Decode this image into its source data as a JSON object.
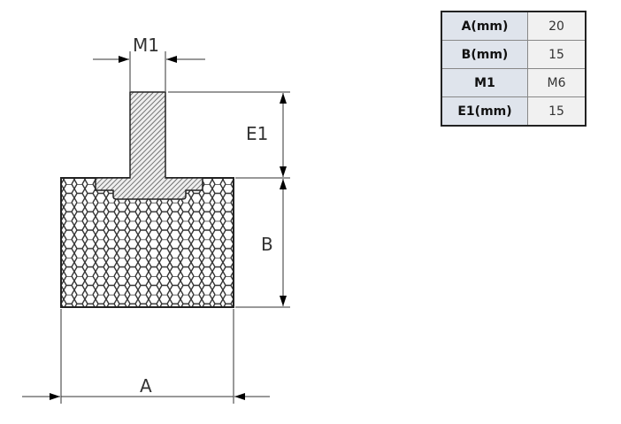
{
  "labels": {
    "m1": "M1",
    "e1": "E1",
    "b": "B",
    "a": "A"
  },
  "spec_table": [
    {
      "key": "A(mm)",
      "value": "20"
    },
    {
      "key": "B(mm)",
      "value": "15"
    },
    {
      "key": "M1",
      "value": "M6"
    },
    {
      "key": "E1(mm)",
      "value": "15"
    }
  ]
}
